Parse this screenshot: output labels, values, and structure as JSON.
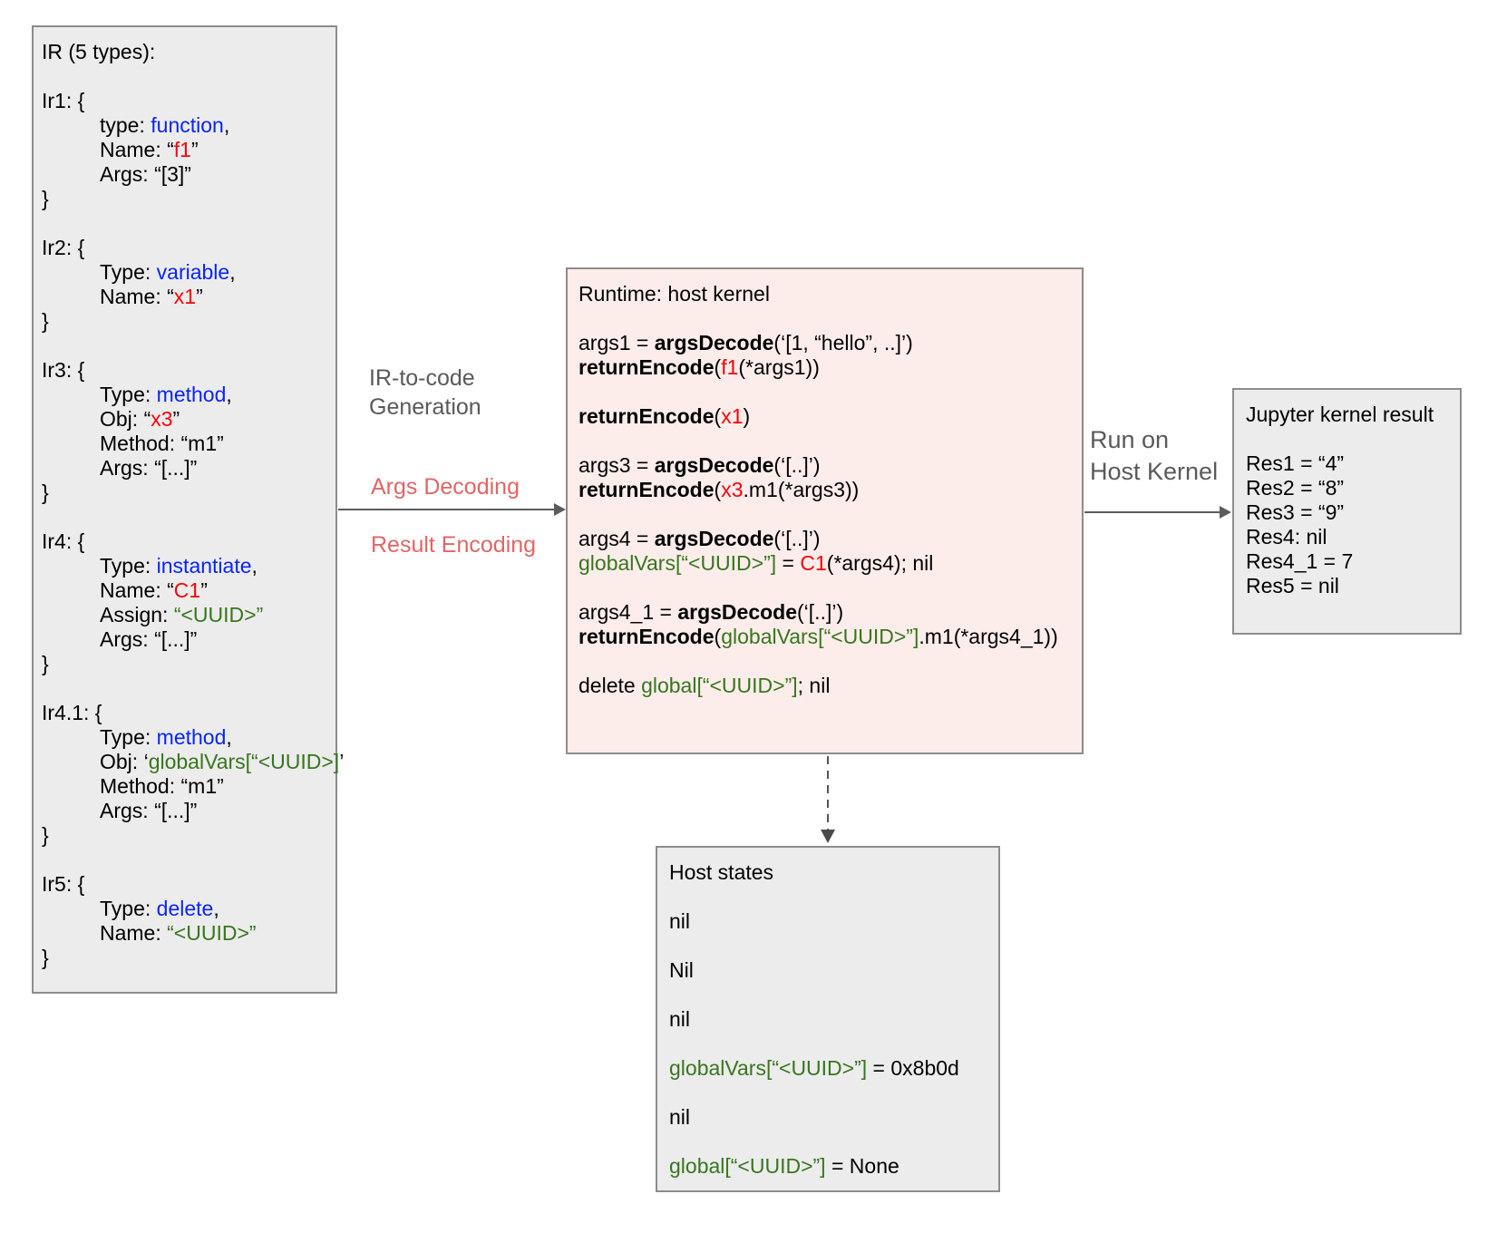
{
  "colors": {
    "type_keyword_blue": "#0b24fb",
    "name_red": "#fa0207",
    "uuid_green": "#38761d",
    "label_gray": "#595959",
    "label_salmon": "#e06666",
    "box_gray_bg": "#ececec",
    "runtime_pink_bg": "#fcedeb",
    "box_border": "#8c8c8c"
  },
  "labels": {
    "gen_line1": "IR-to-code",
    "gen_line2": "Generation",
    "args_decoding": "Args Decoding",
    "result_encoding": "Result Encoding",
    "run_line1": "Run on",
    "run_line2": "Host Kernel"
  },
  "ir_box": {
    "title": "IR (5 types):",
    "lines": [
      {
        "seg": [
          [
            "k",
            "IR (5 types):"
          ]
        ]
      },
      {
        "seg": []
      },
      {
        "seg": [
          [
            "k",
            "Ir1: {"
          ]
        ]
      },
      {
        "ind": 1,
        "seg": [
          [
            "k",
            "type: "
          ],
          [
            "blue",
            "function"
          ],
          [
            "k",
            ","
          ]
        ]
      },
      {
        "ind": 1,
        "seg": [
          [
            "k",
            "Name: “"
          ],
          [
            "red",
            "f1"
          ],
          [
            "k",
            "”"
          ]
        ]
      },
      {
        "ind": 1,
        "seg": [
          [
            "k",
            "Args: “[3]”"
          ]
        ]
      },
      {
        "seg": [
          [
            "k",
            "}"
          ]
        ]
      },
      {
        "seg": []
      },
      {
        "seg": [
          [
            "k",
            "Ir2: {"
          ]
        ]
      },
      {
        "ind": 1,
        "seg": [
          [
            "k",
            "Type: "
          ],
          [
            "blue",
            "variable"
          ],
          [
            "k",
            ","
          ]
        ]
      },
      {
        "ind": 1,
        "seg": [
          [
            "k",
            "Name: “"
          ],
          [
            "red",
            "x1"
          ],
          [
            "k",
            "”"
          ]
        ]
      },
      {
        "seg": [
          [
            "k",
            "}"
          ]
        ]
      },
      {
        "seg": []
      },
      {
        "seg": [
          [
            "k",
            "Ir3: {"
          ]
        ]
      },
      {
        "ind": 1,
        "seg": [
          [
            "k",
            "Type: "
          ],
          [
            "blue",
            "method"
          ],
          [
            "k",
            ","
          ]
        ]
      },
      {
        "ind": 1,
        "seg": [
          [
            "k",
            "Obj: “"
          ],
          [
            "red",
            "x3"
          ],
          [
            "k",
            "”"
          ]
        ]
      },
      {
        "ind": 1,
        "seg": [
          [
            "k",
            "Method: “m1”"
          ]
        ]
      },
      {
        "ind": 1,
        "seg": [
          [
            "k",
            "Args: “[...]”"
          ]
        ]
      },
      {
        "seg": [
          [
            "k",
            "}"
          ]
        ]
      },
      {
        "seg": []
      },
      {
        "seg": [
          [
            "k",
            "Ir4: {"
          ]
        ]
      },
      {
        "ind": 1,
        "seg": [
          [
            "k",
            "Type: "
          ],
          [
            "blue",
            "instantiate"
          ],
          [
            "k",
            ","
          ]
        ]
      },
      {
        "ind": 1,
        "seg": [
          [
            "k",
            "Name: “"
          ],
          [
            "red",
            "C1"
          ],
          [
            "k",
            "”"
          ]
        ]
      },
      {
        "ind": 1,
        "seg": [
          [
            "k",
            "Assign: "
          ],
          [
            "green",
            "“<UUID>”"
          ]
        ]
      },
      {
        "ind": 1,
        "seg": [
          [
            "k",
            "Args: “[...]”"
          ]
        ]
      },
      {
        "seg": [
          [
            "k",
            "}"
          ]
        ]
      },
      {
        "seg": []
      },
      {
        "seg": [
          [
            "k",
            "Ir4.1: {"
          ]
        ]
      },
      {
        "ind": 1,
        "seg": [
          [
            "k",
            "Type: "
          ],
          [
            "blue",
            "method"
          ],
          [
            "k",
            ","
          ]
        ]
      },
      {
        "ind": 1,
        "seg": [
          [
            "k",
            "Obj: ‘"
          ],
          [
            "green",
            "globalVars[“<UUID>]"
          ],
          [
            "k",
            "’"
          ]
        ]
      },
      {
        "ind": 1,
        "seg": [
          [
            "k",
            "Method: “m1”"
          ]
        ]
      },
      {
        "ind": 1,
        "seg": [
          [
            "k",
            "Args: “[...]”"
          ]
        ]
      },
      {
        "seg": [
          [
            "k",
            "}"
          ]
        ]
      },
      {
        "seg": []
      },
      {
        "seg": [
          [
            "k",
            "Ir5: {"
          ]
        ]
      },
      {
        "ind": 1,
        "seg": [
          [
            "k",
            "Type: "
          ],
          [
            "blue",
            "delete"
          ],
          [
            "k",
            ","
          ]
        ]
      },
      {
        "ind": 1,
        "seg": [
          [
            "k",
            "Name: "
          ],
          [
            "green",
            "“<UUID>”"
          ]
        ]
      },
      {
        "seg": [
          [
            "k",
            "}"
          ]
        ]
      }
    ]
  },
  "runtime_box": {
    "title": "Runtime: host kernel",
    "lines": [
      {
        "seg": [
          [
            "k",
            "Runtime: host kernel"
          ]
        ]
      },
      {
        "seg": []
      },
      {
        "seg": [
          [
            "k",
            "args1 = "
          ],
          [
            "bold",
            "argsDecode"
          ],
          [
            "k",
            "(‘[1, “hello”, ..]’)"
          ]
        ]
      },
      {
        "seg": [
          [
            "bold",
            "returnEncode"
          ],
          [
            "k",
            "("
          ],
          [
            "red",
            "f1"
          ],
          [
            "k",
            "(*args1))"
          ]
        ]
      },
      {
        "seg": []
      },
      {
        "seg": [
          [
            "bold",
            "returnEncode"
          ],
          [
            "k",
            "("
          ],
          [
            "red",
            "x1"
          ],
          [
            "k",
            ")"
          ]
        ]
      },
      {
        "seg": []
      },
      {
        "seg": [
          [
            "k",
            "args3 = "
          ],
          [
            "bold",
            "argsDecode"
          ],
          [
            "k",
            "(‘[..]’)"
          ]
        ]
      },
      {
        "seg": [
          [
            "bold",
            "returnEncode"
          ],
          [
            "k",
            "("
          ],
          [
            "red",
            "x3"
          ],
          [
            "k",
            ".m1(*args3))"
          ]
        ]
      },
      {
        "seg": []
      },
      {
        "seg": [
          [
            "k",
            "args4 = "
          ],
          [
            "bold",
            "argsDecode"
          ],
          [
            "k",
            "(‘[..]’)"
          ]
        ]
      },
      {
        "seg": [
          [
            "green",
            "globalVars[“<UUID>”]"
          ],
          [
            "k",
            " = "
          ],
          [
            "red",
            "C1"
          ],
          [
            "k",
            "(*args4); nil"
          ]
        ]
      },
      {
        "seg": []
      },
      {
        "seg": [
          [
            "k",
            "args4_1 = "
          ],
          [
            "bold",
            "argsDecode"
          ],
          [
            "k",
            "(‘[..]’)"
          ]
        ]
      },
      {
        "seg": [
          [
            "bold",
            "returnEncode"
          ],
          [
            "k",
            "("
          ],
          [
            "green",
            "globalVars[“<UUID>”]"
          ],
          [
            "k",
            ".m1(*args4_1))"
          ]
        ]
      },
      {
        "seg": []
      },
      {
        "seg": [
          [
            "k",
            "delete "
          ],
          [
            "green",
            "global[“<UUID>”]"
          ],
          [
            "k",
            "; nil"
          ]
        ]
      }
    ]
  },
  "jupyter_box": {
    "title": "Jupyter kernel result",
    "lines": [
      {
        "seg": [
          [
            "k",
            "Jupyter kernel result"
          ]
        ]
      },
      {
        "seg": []
      },
      {
        "seg": [
          [
            "k",
            "Res1 = “4”"
          ]
        ]
      },
      {
        "seg": [
          [
            "k",
            "Res2 = “8”"
          ]
        ]
      },
      {
        "seg": [
          [
            "k",
            "Res3 = “9”"
          ]
        ]
      },
      {
        "seg": [
          [
            "k",
            "Res4: nil"
          ]
        ]
      },
      {
        "seg": [
          [
            "k",
            "Res4_1 = 7"
          ]
        ]
      },
      {
        "seg": [
          [
            "k",
            "Res5 = nil"
          ]
        ]
      }
    ]
  },
  "host_box": {
    "title": "Host states",
    "lines": [
      {
        "seg": [
          [
            "k",
            "Host states"
          ]
        ]
      },
      {
        "seg": []
      },
      {
        "seg": [
          [
            "k",
            "nil"
          ]
        ]
      },
      {
        "seg": []
      },
      {
        "seg": [
          [
            "k",
            "Nil"
          ]
        ]
      },
      {
        "seg": []
      },
      {
        "seg": [
          [
            "k",
            "nil"
          ]
        ]
      },
      {
        "seg": []
      },
      {
        "seg": [
          [
            "green",
            "globalVars[“<UUID>”]"
          ],
          [
            "k",
            " = 0x8b0d"
          ]
        ]
      },
      {
        "seg": []
      },
      {
        "seg": [
          [
            "k",
            "nil"
          ]
        ]
      },
      {
        "seg": []
      },
      {
        "seg": [
          [
            "green",
            "global[“<UUID>”]"
          ],
          [
            "k",
            " = None"
          ]
        ]
      }
    ]
  }
}
